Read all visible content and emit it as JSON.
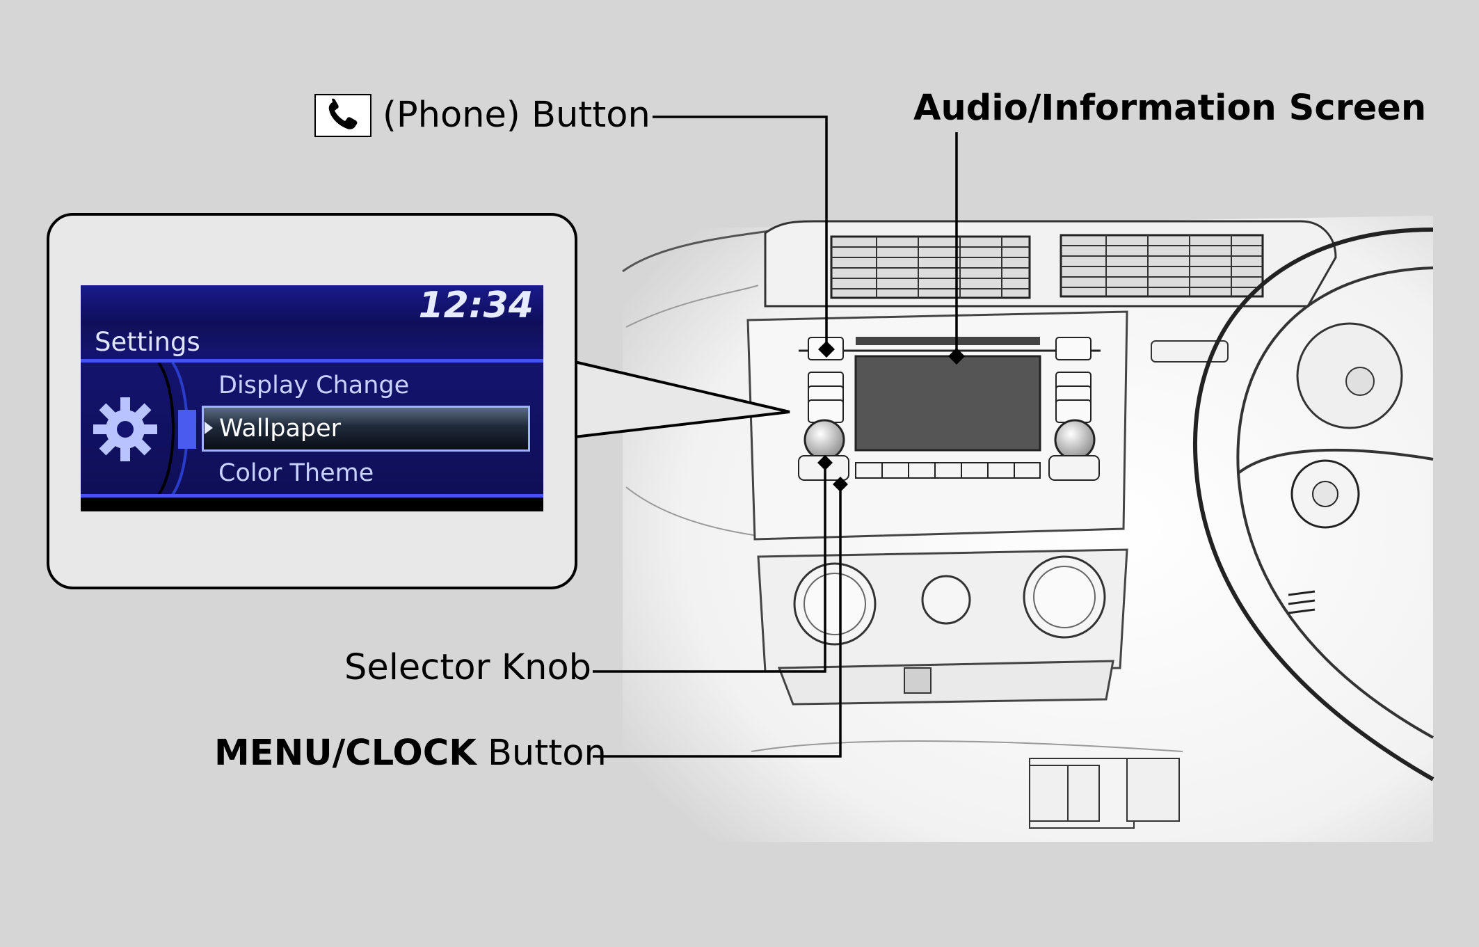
{
  "labels": {
    "phone_button": "(Phone) Button",
    "audio_screen": "Audio/Information Screen",
    "selector_knob": "Selector Knob",
    "menu_clock_bold": "MENU/CLOCK",
    "menu_clock_rest": " Button"
  },
  "screen": {
    "clock": "12:34",
    "title": "Settings",
    "items": [
      "Display Change",
      "Wallpaper",
      "Color Theme"
    ],
    "selected_index": 1
  },
  "icons": {
    "phone": "phone-handset-icon",
    "settings": "gear-icon"
  },
  "colors": {
    "background": "#d6d6d6",
    "screen_bg": "#141470",
    "screen_accent": "#4455ee",
    "screen_text": "#c9d2ff"
  }
}
